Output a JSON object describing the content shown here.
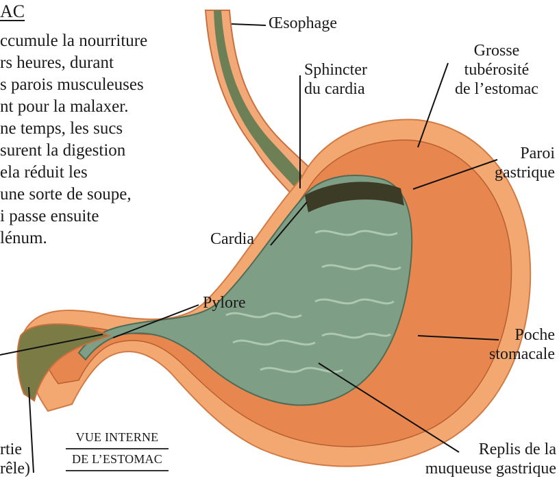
{
  "title": "AC",
  "paragraph_lines": [
    "ccumule la nourriture",
    "rs heures, durant",
    "s parois musculeuses",
    "nt pour la malaxer.",
    "ne temps, les sucs",
    "surent la digestion",
    "ela réduit les",
    "une sorte de soupe,",
    "i passe ensuite",
    "lénum."
  ],
  "labels": {
    "oesophage": "Œsophage",
    "sphincter_line1": "Sphincter",
    "sphincter_line2": "du cardia",
    "grosse_line1": "Grosse",
    "grosse_line2": "tubérosité",
    "grosse_line3": "de l’estomac",
    "paroi_line1": "Paroi",
    "paroi_line2": "gastrique",
    "cardia": "Cardia",
    "pylore": "Pylore",
    "poche_line1": "Poche",
    "poche_line2": "stomacale",
    "replis_line1": "Replis de la",
    "replis_line2": "muqueuse gastrique",
    "partie_line1": "rtie",
    "partie_line2": "rêle)"
  },
  "caption": {
    "line1": "Vue interne",
    "line2": "de l’estomac"
  },
  "colors": {
    "stomach_outer": "#f0a46a",
    "stomach_wall": "#e88a52",
    "mucosa": "#7f9e86",
    "mucosa_dark": "#4f6b53",
    "leader_line": "#111111"
  }
}
